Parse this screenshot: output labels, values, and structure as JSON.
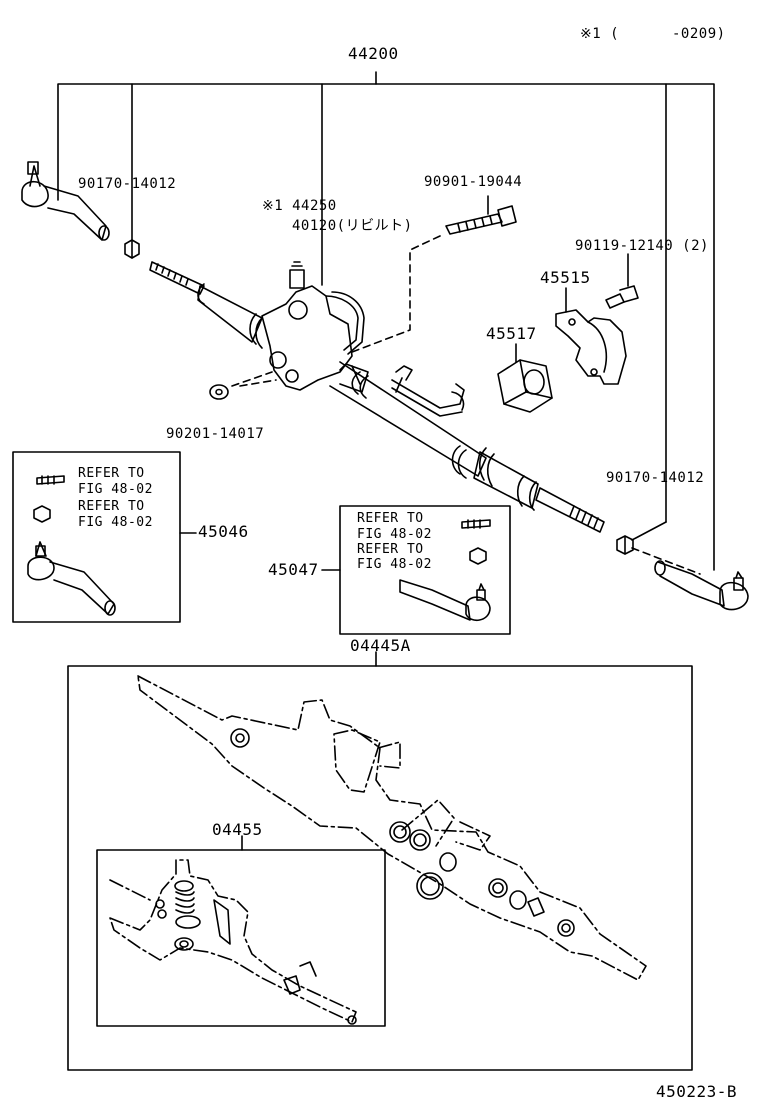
{
  "header": {
    "note_marker": "※1 (",
    "note_range": "-0209)"
  },
  "assembly": {
    "main_part": "44200"
  },
  "parts": {
    "tie_rod_nut_left": "90170-14012",
    "tie_rod_nut_right": "90170-14012",
    "bolt": "90901-19044",
    "gear_housing_note": "※1 44250",
    "gear_rebuilt": "40120(リビルト)",
    "bolt_set": "90119-12140 (2)",
    "bracket": "45515",
    "bushing": "45517",
    "washer": "90201-14017",
    "tie_rod_end_left": "45046",
    "tie_rod_end_right": "45047"
  },
  "refer_boxes": {
    "left": [
      {
        "line1": "REFER TO",
        "line2": "FIG 48-02"
      },
      {
        "line1": "REFER TO",
        "line2": "FIG 48-02"
      }
    ],
    "right": [
      {
        "line1": "REFER TO",
        "line2": "FIG 48-02"
      },
      {
        "line1": "REFER TO",
        "line2": "FIG 48-02"
      }
    ]
  },
  "kits": {
    "gasket_kit": "04445A",
    "seal_kit": "04455"
  },
  "footer": {
    "figure_code": "450223-B"
  }
}
